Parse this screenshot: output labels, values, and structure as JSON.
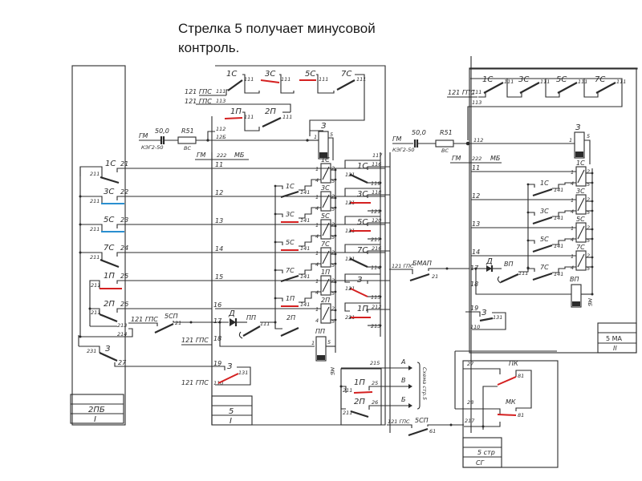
{
  "caption": {
    "line1": "Стрелка 5 получает минусовой",
    "line2": "контроль."
  },
  "colors": {
    "wire": "#2b2b2b",
    "highlight_red": "#d42020",
    "highlight_blue": "#2a8fd0"
  },
  "left_panel": {
    "contacts": [
      {
        "name": "1С",
        "out": "21",
        "in": "211",
        "highlight": "none"
      },
      {
        "name": "3С",
        "out": "22",
        "in": "211",
        "highlight": "blue"
      },
      {
        "name": "5С",
        "out": "23",
        "in": "211",
        "highlight": "blue"
      },
      {
        "name": "7С",
        "out": "24",
        "in": "211",
        "highlight": "none"
      },
      {
        "name": "1П",
        "out": "25",
        "in": "211",
        "highlight": "red"
      },
      {
        "name": "2П",
        "out": "26",
        "in": "211",
        "highlight": "none"
      },
      {
        "name": "З",
        "out": "27",
        "in": "231",
        "highlight": "none"
      }
    ],
    "extra_terminals": [
      "213",
      "214"
    ],
    "title_block": {
      "name": "2ПБ",
      "sheet": "I"
    }
  },
  "middle_panel": {
    "top_contacts": [
      {
        "name": "1С",
        "term": "111",
        "highlight": "none"
      },
      {
        "name": "3С",
        "term": "111",
        "highlight": "red"
      },
      {
        "name": "5С",
        "term": "111",
        "highlight": "red"
      },
      {
        "name": "7С",
        "term": "111",
        "highlight": "none"
      },
      {
        "name": "1П",
        "term": "111",
        "highlight": "red"
      },
      {
        "name": "2П",
        "term": "111",
        "highlight": "none"
      }
    ],
    "feeds": [
      "121 ГПС",
      "121 ГПС"
    ],
    "feed_terms": [
      "111",
      "113"
    ],
    "power": {
      "gm": "ГМ",
      "capacitor": "50,0",
      "cap_type": "КЭГ2-50",
      "resistor": "R51",
      "res_label": "ВС",
      "gm_mb": "ГМ",
      "num_222": "222",
      "mb": "МБ",
      "n112": "112",
      "n12b": "12Б"
    },
    "relay_top": {
      "label": "З",
      "t1": "1",
      "t5": "5"
    },
    "lines": [
      "11",
      "12",
      "13",
      "14",
      "15",
      "16",
      "17",
      "18",
      "19",
      "110"
    ],
    "relays": [
      {
        "name": "1С",
        "highlight": "none"
      },
      {
        "name": "3С",
        "highlight": "red"
      },
      {
        "name": "5С",
        "highlight": "red"
      },
      {
        "name": "7С",
        "highlight": "none"
      },
      {
        "name": "1П",
        "highlight": "red"
      },
      {
        "name": "2П",
        "highlight": "none"
      }
    ],
    "relay_term": "141",
    "pins": {
      "p1": "1",
      "p2": "2",
      "p4": "4",
      "p5": "5"
    },
    "diode": "Д",
    "pp": "ПП",
    "pp_term": "111",
    "spp": "5СП",
    "spp_term": "21",
    "feed_left": "121 ГПС",
    "feed_18": "121 ГПС",
    "feed_110": "121 ГПС",
    "z_label": "З",
    "z_term": "131",
    "mb_vertical": "МБ",
    "title_block": {
      "name": "5",
      "sheet": "I"
    }
  },
  "mid_column": {
    "contacts": [
      {
        "name": "1С",
        "in": "121",
        "a": "116",
        "b": "119",
        "highlight": "none"
      },
      {
        "name": "3С",
        "in": "121",
        "a": "118",
        "b": "121",
        "highlight": "red"
      },
      {
        "name": "5С",
        "in": "121",
        "a": "120",
        "b": "217",
        "highlight": "red"
      },
      {
        "name": "7С",
        "in": "121",
        "a": "216",
        "b": "114",
        "highlight": "none"
      },
      {
        "name": "З",
        "in": "121",
        "a": "",
        "b": "115",
        "highlight": "red"
      },
      {
        "name": "1П",
        "in": "221",
        "a": "212",
        "b": "213",
        "highlight": "red"
      }
    ],
    "top_term": "117",
    "bmap": "БМАП",
    "bmap_feed": "121 ГПС",
    "bmap_term": "21"
  },
  "bottom_mid": {
    "term_215": "215",
    "outputs": [
      "А",
      "В",
      "Б"
    ],
    "contacts": [
      {
        "name": "1П",
        "in": "211",
        "out": "25",
        "highlight": "red"
      },
      {
        "name": "2П",
        "in": "211",
        "out": "26",
        "highlight": "none"
      }
    ],
    "scheme_ref": "Схема стр.5",
    "spp": "5СП",
    "spp_feed": "121 ГПС",
    "spp_term": "61"
  },
  "right_panel": {
    "feed": "121 ГПС",
    "feed_terms": [
      "111",
      "113"
    ],
    "top_contacts": [
      {
        "name": "1С",
        "term": "111"
      },
      {
        "name": "3С",
        "term": "111"
      },
      {
        "name": "5С",
        "term": "111"
      },
      {
        "name": "7С",
        "term": "111"
      }
    ],
    "power": {
      "gm": "ГМ",
      "capacitor": "50,0",
      "cap_type": "КЭГ2-50",
      "resistor": "R51",
      "res_label": "ВС",
      "gm_mb": "ГМ",
      "num_222": "222",
      "mb": "МБ",
      "n112": "112"
    },
    "relay_top": {
      "label": "З",
      "t1": "1",
      "t5": "5"
    },
    "lines": [
      "11",
      "12",
      "13",
      "14",
      "17",
      "18",
      "19",
      "110"
    ],
    "relays": [
      {
        "name": "1С"
      },
      {
        "name": "3С"
      },
      {
        "name": "5С"
      },
      {
        "name": "7С"
      }
    ],
    "relay_term": "141",
    "diode": "Д",
    "vp": "ВП",
    "vp_term": "111",
    "z_label": "З",
    "z_term": "131",
    "mb_vertical": "МБ",
    "title_block": {
      "name": "5 МА",
      "sheet": "II"
    }
  },
  "small_panel": {
    "pk": "ПК",
    "mk": "МК",
    "terms": [
      "27",
      "28",
      "217"
    ],
    "pk_term": "81",
    "mk_term": "81",
    "title_block": {
      "name": "5 стр",
      "sheet": "СГ"
    }
  }
}
